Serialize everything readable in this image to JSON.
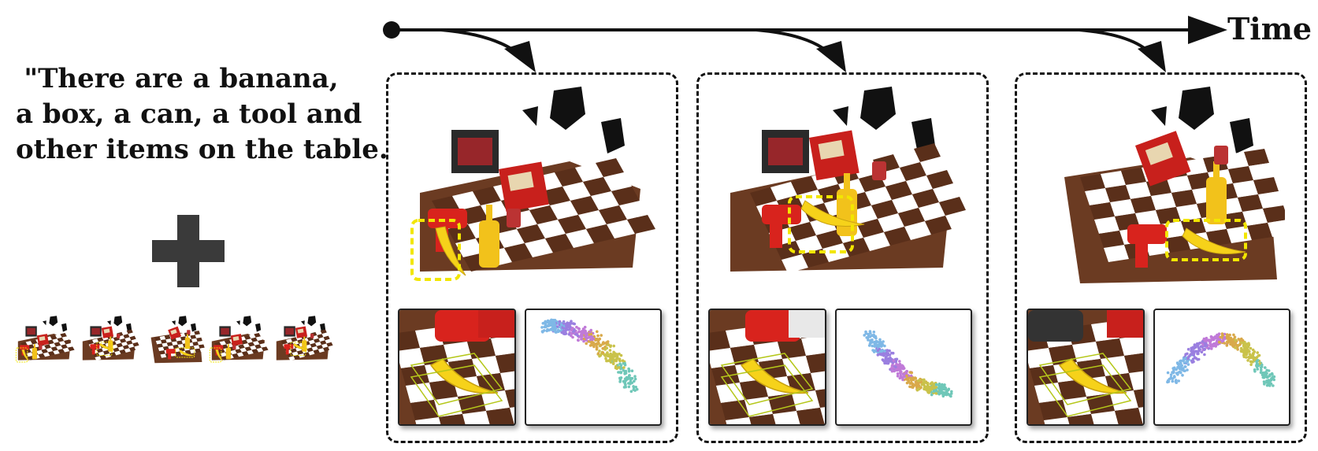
{
  "prompt": {
    "lines": [
      "\"There are a banana,",
      "a box, a can, a tool and",
      "other items on the  table.\""
    ]
  },
  "timeline": {
    "label": "Time"
  },
  "colors": {
    "highlight": "#f2e600",
    "board_dark": "#5a2f1a",
    "board_light": "#ffffff",
    "table_wood": "#6b3b22",
    "banana": "#f6d21a",
    "drill_red": "#d8231d",
    "box_red": "#c8201c",
    "mustard": "#f2c21b"
  },
  "panels": [
    {
      "id": "t1",
      "scene_icon": "tabletop-pointcloud",
      "crop_icon": "banana-bbox-crop",
      "cloud_icon": "banana-pointcloud"
    },
    {
      "id": "t2",
      "scene_icon": "tabletop-pointcloud",
      "crop_icon": "banana-bbox-crop",
      "cloud_icon": "banana-pointcloud"
    },
    {
      "id": "t3",
      "scene_icon": "tabletop-pointcloud",
      "crop_icon": "banana-bbox-crop",
      "cloud_icon": "banana-pointcloud"
    }
  ]
}
